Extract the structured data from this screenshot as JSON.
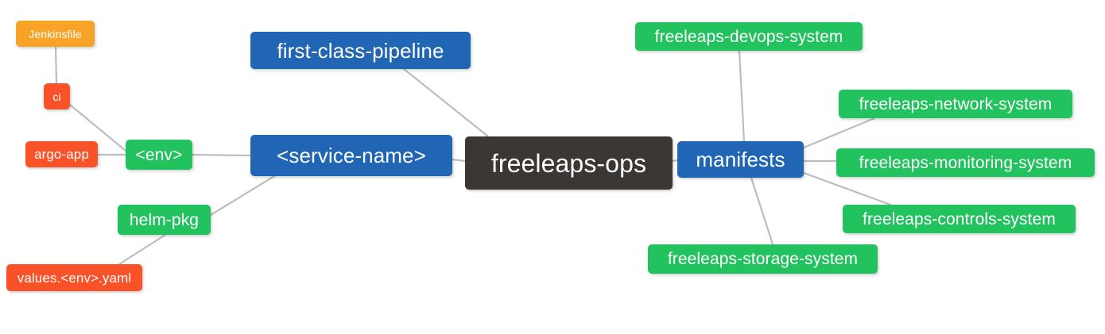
{
  "diagram": {
    "title": "freeleaps-ops",
    "type": "mind-map",
    "background": "#ffffff",
    "edge_color": "#bdbdbd",
    "palette": {
      "orange": "#F6A327",
      "red": "#FA5228",
      "green": "#22C35E",
      "blue": "#2166B4",
      "dark": "#3B3734"
    },
    "nodes": [
      {
        "id": "jenkinsfile",
        "label": "Jenkinsfile",
        "color": "orange"
      },
      {
        "id": "ci",
        "label": "ci",
        "color": "red"
      },
      {
        "id": "argo-app",
        "label": "argo-app",
        "color": "red"
      },
      {
        "id": "env",
        "label": "<env>",
        "color": "green"
      },
      {
        "id": "helm-pkg",
        "label": "helm-pkg",
        "color": "green"
      },
      {
        "id": "values-yaml",
        "label": "values.<env>.yaml",
        "color": "red"
      },
      {
        "id": "first-class",
        "label": "first-class-pipeline",
        "color": "blue"
      },
      {
        "id": "service-name",
        "label": "<service-name>",
        "color": "blue"
      },
      {
        "id": "freeleaps-ops",
        "label": "freeleaps-ops",
        "color": "dark"
      },
      {
        "id": "manifests",
        "label": "manifests",
        "color": "blue"
      },
      {
        "id": "devops-system",
        "label": "freeleaps-devops-system",
        "color": "green"
      },
      {
        "id": "network-system",
        "label": "freeleaps-network-system",
        "color": "green"
      },
      {
        "id": "monitoring-system",
        "label": "freeleaps-monitoring-system",
        "color": "green"
      },
      {
        "id": "controls-system",
        "label": "freeleaps-controls-system",
        "color": "green"
      },
      {
        "id": "storage-system",
        "label": "freeleaps-storage-system",
        "color": "green"
      }
    ],
    "edges": [
      {
        "from": "jenkinsfile",
        "to": "ci"
      },
      {
        "from": "ci",
        "to": "env"
      },
      {
        "from": "argo-app",
        "to": "env"
      },
      {
        "from": "env",
        "to": "service-name"
      },
      {
        "from": "values-yaml",
        "to": "helm-pkg"
      },
      {
        "from": "helm-pkg",
        "to": "service-name"
      },
      {
        "from": "first-class",
        "to": "freeleaps-ops"
      },
      {
        "from": "service-name",
        "to": "freeleaps-ops"
      },
      {
        "from": "freeleaps-ops",
        "to": "manifests"
      },
      {
        "from": "manifests",
        "to": "devops-system"
      },
      {
        "from": "manifests",
        "to": "network-system"
      },
      {
        "from": "manifests",
        "to": "monitoring-system"
      },
      {
        "from": "manifests",
        "to": "controls-system"
      },
      {
        "from": "manifests",
        "to": "storage-system"
      }
    ]
  }
}
